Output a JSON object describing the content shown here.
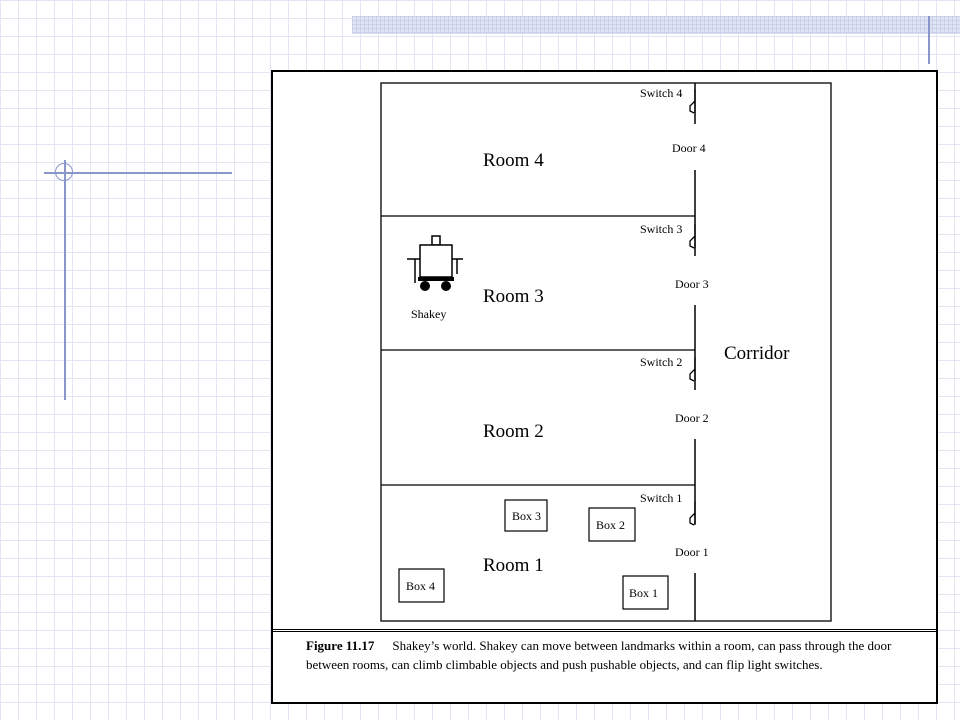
{
  "diagram": {
    "rooms": {
      "room4": "Room 4",
      "room3": "Room 3",
      "room2": "Room 2",
      "room1": "Room 1",
      "corridor": "Corridor"
    },
    "switches": [
      "Switch 4",
      "Switch 3",
      "Switch 2",
      "Switch 1"
    ],
    "doors": [
      "Door 4",
      "Door 3",
      "Door 2",
      "Door 1"
    ],
    "boxes": [
      "Box 3",
      "Box 2",
      "Box 4",
      "Box 1"
    ],
    "robot": "Shakey"
  },
  "caption": {
    "figure_label": "Figure 11.17",
    "text": "Shakey’s world. Shakey can move between landmarks within a room, can pass through the door between rooms, can climb climbable objects and push pushable objects, and can flip light switches."
  }
}
